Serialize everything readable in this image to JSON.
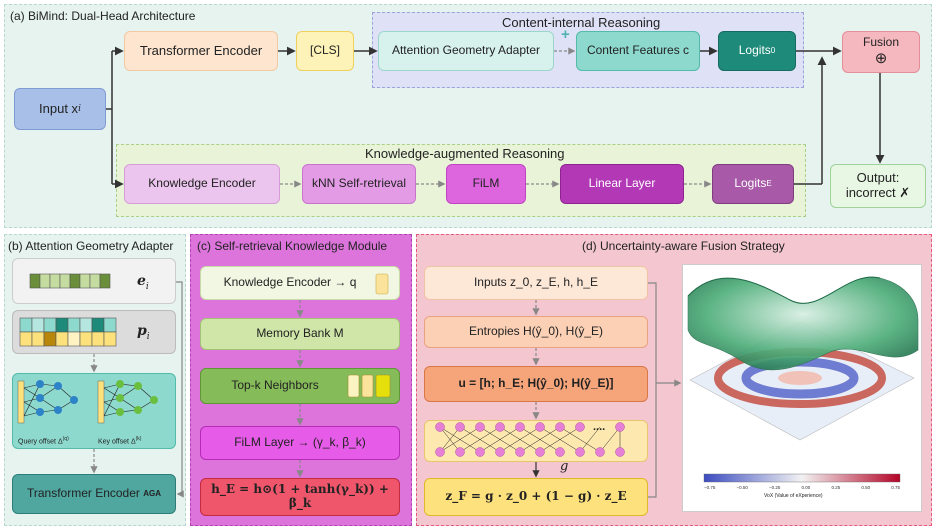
{
  "panel_a": {
    "title": "(a) BiMind: Dual-Head Architecture",
    "content_title": "Content-internal Reasoning",
    "knowledge_title": "Knowledge-augmented Reasoning",
    "input": "Input x",
    "input_sub": "i",
    "transformer_encoder": "Transformer Encoder",
    "cls": "[CLS]",
    "aga": "Attention Geometry Adapter",
    "plus": "+",
    "content_features": "Content Features c",
    "logits0": "Logits",
    "logits0_sub": "0",
    "knowledge_encoder": "Knowledge Encoder",
    "knn": "kNN Self-retrieval",
    "film": "FiLM",
    "linear": "Linear Layer",
    "logitsE": "Logits",
    "logitsE_sub": "E",
    "fusion": "Fusion",
    "fusion_symbol": "⊕",
    "output_line1": "Output:",
    "output_line2": "incorrect ✗"
  },
  "panel_b": {
    "title": "(b) Attention Geometry Adapter",
    "e_label": "e",
    "e_sub": "i",
    "p_label": "p",
    "p_sub": "i",
    "query_offset": "Query offset Δ",
    "query_sup": "(q)",
    "key_offset": "Key offset Δ",
    "key_sup": "(k)",
    "transformer": "Transformer Encoder",
    "transformer_sub": "AGA"
  },
  "panel_c": {
    "title": "(c) Self-retrieval Knowledge Module",
    "knowledge_encoder": "Knowledge Encoder → q",
    "memory_bank": "Memory Bank M",
    "topk": "Top-k Neighbors",
    "film_layer": "FiLM Layer → (γ_k, β_k)",
    "equation": "h_E = h⊙(1 + tanh(γ_k)) + β_k"
  },
  "panel_d": {
    "title": "(d) Uncertainty-aware Fusion Strategy",
    "inputs": "Inputs z_0, z_E, h, h_E",
    "entropies": "Entropies H(ŷ_0), H(ŷ_E)",
    "u_vector": "u = [h; h_E; H(ŷ_0); H(ŷ_E)]",
    "dots": "....",
    "g_label": "g",
    "final_eq": "z_F = g · z_0 + (1 − g) · z_E",
    "colorbar_ticks": [
      "−0.75",
      "−0.50",
      "−0.25",
      "0.00",
      "0.25",
      "0.50",
      "0.75"
    ],
    "colorbar_label": "VoX (Value of eXperience)"
  },
  "colors": {
    "panel_a_bg": "#e6f3ef",
    "content_panel_bg": "#dfe2f6",
    "knowledge_panel_bg": "#e8f3d8",
    "panel_b_bg": "#e6f3ef",
    "panel_c_bg": "#dc74dc",
    "panel_d_bg": "#f4c6cf",
    "input_box": "#a8bfe8",
    "encoder_box": "#fde5cf",
    "cls_box": "#fdf2b8",
    "aga_box": "#d7f1ec",
    "content_box": "#8ed9ce",
    "logits0_box": "#1e8a7a",
    "fusion_box": "#f6b8bf",
    "output_box": "#e8f6e4",
    "knowledge_box": "#ecc5ee",
    "knn_box": "#e49be6",
    "film_box": "#dd66df",
    "linear_box": "#b238b6",
    "logitsE_box": "#a85aa8"
  }
}
